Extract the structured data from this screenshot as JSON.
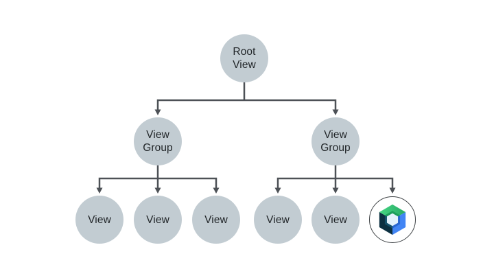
{
  "page_bg": "#ffffff",
  "colors": {
    "page_bg": "#ffffff",
    "node_fill": "#c2ccd2",
    "node_text": "#1f2326",
    "connector": "#4d5156",
    "compose_ring": "#3f4346",
    "compose_green_light": "#46d683",
    "compose_green_dark": "#27aa66",
    "compose_green_inner": "#1e9e5c",
    "compose_navy": "#0c3041",
    "compose_navy_inner": "#14506a",
    "compose_blue": "#4285f4",
    "compose_blue_inner": "#2a67cf",
    "compose_core": "#e4f2fc"
  },
  "diagram": {
    "type": "tree",
    "root": {
      "label": "Root\nView"
    },
    "group_left": {
      "label": "View\nGroup"
    },
    "group_right": {
      "label": "View\nGroup"
    },
    "leaves_left": [
      {
        "label": "View"
      },
      {
        "label": "View"
      },
      {
        "label": "View"
      }
    ],
    "leaves_right": [
      {
        "label": "View"
      },
      {
        "label": "View"
      }
    ],
    "compose_node": {
      "icon": "jetpack-compose-icon"
    }
  }
}
